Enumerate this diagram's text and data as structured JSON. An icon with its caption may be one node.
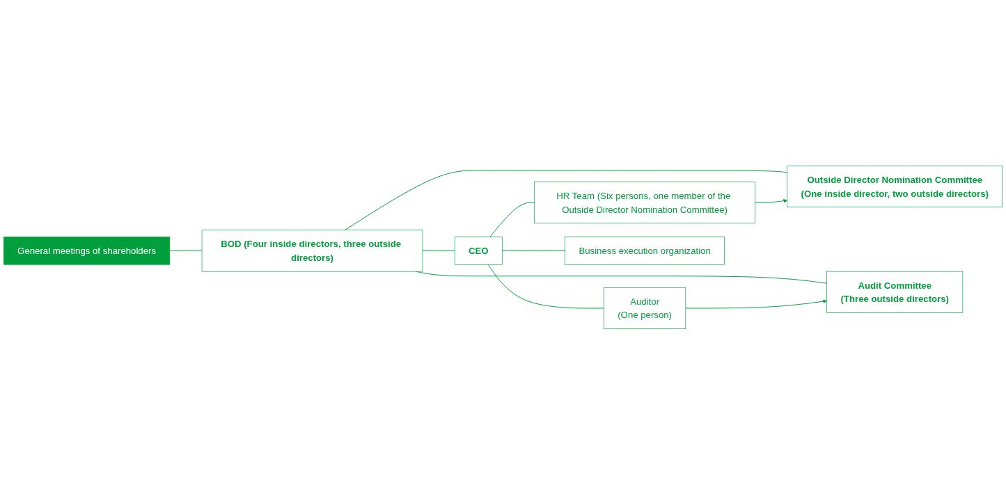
{
  "diagram": {
    "nodes": [
      {
        "text": [
          "General meetings of shareholders"
        ]
      },
      {
        "text": [
          "BOD (Four inside directors, three outside directors)"
        ]
      },
      {
        "text": [
          "Outside Director Nomination Committee",
          "(One inside director, two outside directors)"
        ]
      },
      {
        "text": [
          "Audit Committee",
          "(Three outside directors)"
        ]
      },
      {
        "text": [
          "CEO"
        ]
      },
      {
        "text": [
          "Auditor",
          "(One person)"
        ]
      },
      {
        "text": [
          "HR Team (Six persons, one member of the Outside Director Nomination Committee)"
        ]
      },
      {
        "text": [
          "Business execution organization"
        ]
      }
    ],
    "edges": [
      {
        "from": 0,
        "to": 1,
        "arrow": "none"
      },
      {
        "from": 1,
        "to": 2,
        "arrow": "none"
      },
      {
        "from": 1,
        "to": 3,
        "arrow": "none"
      },
      {
        "from": 1,
        "to": 4,
        "arrow": "none"
      },
      {
        "from": 4,
        "to": 5,
        "arrow": "none"
      },
      {
        "from": 4,
        "to": 6,
        "arrow": "none"
      },
      {
        "from": 4,
        "to": 7,
        "arrow": "none"
      },
      {
        "from": 5,
        "to": 3,
        "arrow": "to"
      },
      {
        "from": 6,
        "to": 2,
        "arrow": "to"
      }
    ]
  }
}
